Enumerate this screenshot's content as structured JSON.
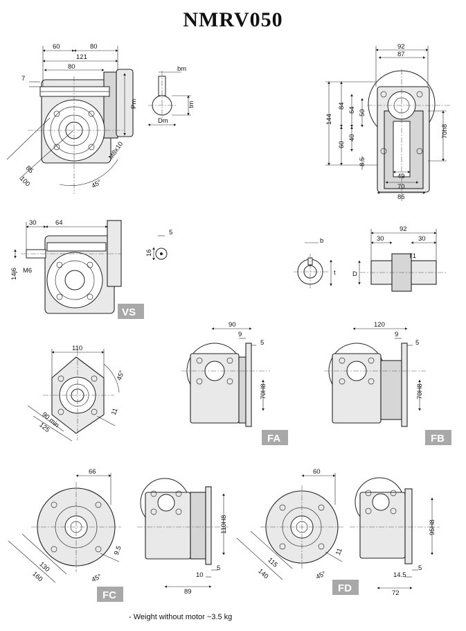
{
  "title": "NMRV050",
  "note": "- Weight without motor ~3.5 kg",
  "badges": {
    "vs": "VS",
    "fa": "FA",
    "fb": "FB",
    "fc": "FC",
    "fd": "FD"
  },
  "dims": {
    "main_front": {
      "d60": "60",
      "d80_top": "80",
      "d121": "121",
      "d80": "80",
      "d7": "7",
      "d85": "85",
      "d100": "100",
      "d45": "45°",
      "m8": "M8x10",
      "pm": "Pm"
    },
    "shaft_key": {
      "bm": "bm",
      "tm": "tm",
      "dm": "Dm"
    },
    "right_view": {
      "d92": "92",
      "d87": "87",
      "d144": "144",
      "d84": "84",
      "d64": "64",
      "d50": "50",
      "d60": "60",
      "d40": "40",
      "d8_5": "8.5",
      "d49": "49",
      "d70": "70",
      "d85": "85",
      "d70h8": "70h8"
    },
    "vs_view": {
      "d30": "30",
      "d64": "64",
      "d14j6": "14j6",
      "m6": "M6",
      "d5": "5",
      "d16": "16"
    },
    "hollow_shaft": {
      "b": "b",
      "t": "t",
      "d92": "92",
      "d30a": "30",
      "d30b": "30",
      "D": "D",
      "t1": "T1"
    },
    "flange_view": {
      "d110": "110",
      "d45": "45°",
      "d90min": "90 min",
      "d125": "125",
      "d11": "11"
    },
    "fa_view": {
      "d90": "90",
      "d9": "9",
      "d5": "5",
      "d70h8": "70H8"
    },
    "fb_view": {
      "d120": "120",
      "d9": "9",
      "d5": "5",
      "d70h8": "70H8"
    },
    "fc_view": {
      "d66": "66",
      "d9_5": "9.5",
      "d130": "130",
      "d160": "160",
      "d45": "45°",
      "d110h8": "110H8",
      "d10": "10",
      "d5": "5",
      "d89": "89"
    },
    "fd_view": {
      "d60": "60",
      "d11": "11",
      "d115": "115",
      "d140": "140",
      "d45": "45°",
      "d95h8": "95H8",
      "d14_5": "14.5",
      "d5": "5",
      "d72": "72"
    }
  }
}
